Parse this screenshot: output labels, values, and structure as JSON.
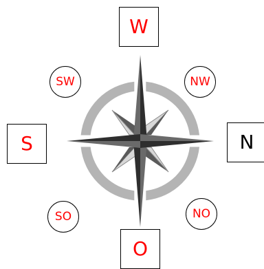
{
  "colors": {
    "red": "#ff0000",
    "black": "#000000",
    "ring": "#b4b4b4",
    "needle_dark": "#4a4a4a",
    "needle_light": "#d8d8d8"
  },
  "directions": {
    "w": {
      "label": "W",
      "color": "#ff0000"
    },
    "s": {
      "label": "S",
      "color": "#ff0000"
    },
    "n": {
      "label": "N",
      "color": "#000000"
    },
    "o": {
      "label": "O",
      "color": "#ff0000"
    },
    "sw": {
      "label": "SW",
      "color": "#ff0000"
    },
    "nw": {
      "label": "NW",
      "color": "#ff0000"
    },
    "so": {
      "label": "SO",
      "color": "#ff0000"
    },
    "no": {
      "label": "NO",
      "color": "#ff0000"
    }
  }
}
